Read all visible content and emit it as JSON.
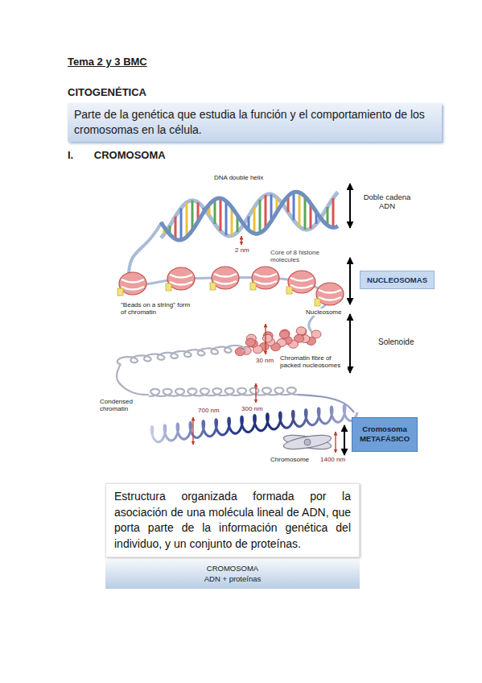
{
  "diagram": {
    "title": "Tema 2 y 3 BMC",
    "nodes": [
      {
        "text": [
          "Parte de la genética que estudia la función y el comportamiento de los cromosomas en la célula."
        ]
      },
      {
        "text": [
          "NUCLEOSOMAS"
        ]
      },
      {
        "text": [
          "Cromosoma METAFÁSICO"
        ]
      },
      {
        "text": [
          "Estructura organizada formada por la asociación de una molécula lineal de ADN, que porta parte de la información genética del individuo, y un conjunto de proteínas."
        ]
      },
      {
        "text": [
          "CROMOSOMA",
          "ADN + proteínas"
        ]
      }
    ],
    "labels": [
      "CITOGENÉTICA",
      "I. CROMOSOMA",
      "DNA double helix",
      "Doble cadena ADN",
      "2 nm",
      "Core of 8 histone molecules",
      "\"Beads on a string\" form of chromatin",
      "Nucleosome",
      "Solenoide",
      "30 nm",
      "Chromatin fibre of packed nucleosomes",
      "Condensed chromatin",
      "300 nm",
      "700 nm",
      "Chromosome",
      "1400 nm"
    ]
  }
}
